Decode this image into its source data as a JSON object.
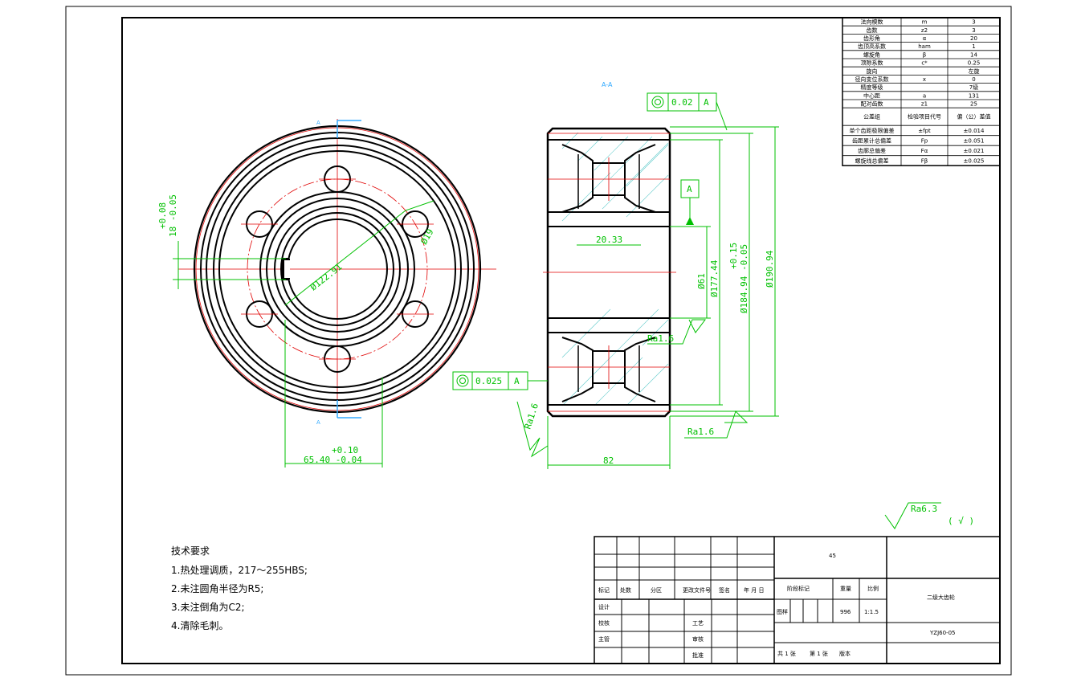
{
  "view_label": "A-A",
  "section_mark": "A",
  "datum_label": "A",
  "tolerance_frames": [
    {
      "symbol": "concentricity",
      "value": "0.02",
      "datum": "A"
    },
    {
      "symbol": "concentricity",
      "value": "0.025",
      "datum": "A"
    }
  ],
  "dims": {
    "front_tol_upper": "+0.08",
    "front_tol_value": "18 -0.05",
    "dia_122": "Ø122.91",
    "dia_19": "Ø19",
    "bottom_tol_upper": "+0.10",
    "bottom_value": "65.40 -0.04",
    "hub_width": "20.33",
    "dia_61": "Ø61",
    "dia_177": "Ø177.44",
    "dia_184_upper": "+0.15",
    "dia_184": "Ø184.94 -0.05",
    "dia_190": "Ø190.94",
    "width_82": "82"
  },
  "roughness": {
    "bore": "Ra1.6",
    "left": "Ra1.6",
    "right": "Ra1.6",
    "general": "Ra6.3",
    "general_suffix": "( √ )"
  },
  "params_table": [
    [
      "法向模数",
      "m",
      "3"
    ],
    [
      "齿数",
      "z2",
      "3"
    ],
    [
      "齿形角",
      "α",
      "20"
    ],
    [
      "齿顶高系数",
      "ham",
      "1"
    ],
    [
      "螺旋角",
      "β",
      "14"
    ],
    [
      "顶隙系数",
      "c*",
      "0.25"
    ],
    [
      "旋向",
      "",
      "左旋"
    ],
    [
      "径向变位系数",
      "x",
      "0"
    ],
    [
      "精度等级",
      "",
      "7级"
    ],
    [
      "中心距",
      "a",
      "131"
    ],
    [
      "配对齿数",
      "z1",
      "25"
    ],
    [
      "公差组",
      "检验项目代号",
      "偏（公）差值"
    ],
    [
      "单个齿距极限偏差",
      "±fpt",
      "±0.014"
    ],
    [
      "齿距累计总偏差",
      "Fp",
      "±0.051"
    ],
    [
      "齿廓总偏差",
      "Fα",
      "±0.021"
    ],
    [
      "螺旋线总偏差",
      "Fβ",
      "±0.025"
    ]
  ],
  "requirements": {
    "title": "技术要求",
    "items": [
      "1.热处理调质，217～255HBS;",
      "2.未注圆角半径为R5;",
      "3.未注倒角为C2;",
      "4.清除毛刺。"
    ]
  },
  "title_block": {
    "material": "45",
    "part_name": "二级大齿轮",
    "drawing_no": "YZJ60-05",
    "stage_mark": "阶段标记",
    "weight_label": "重量",
    "scale_label": "比例",
    "weight": "996",
    "scale": "1:1.5",
    "pattern": "图样",
    "sheets": "共 1 张",
    "sheet_no": "第 1 张",
    "version": "版本",
    "row_labels": [
      "标记",
      "处数",
      "分区",
      "更改文件号",
      "签名",
      "年 月 日"
    ],
    "design": "设计",
    "check": "校核",
    "supervisor": "主管",
    "process": "工艺",
    "review": "审核",
    "approve": "批准"
  }
}
